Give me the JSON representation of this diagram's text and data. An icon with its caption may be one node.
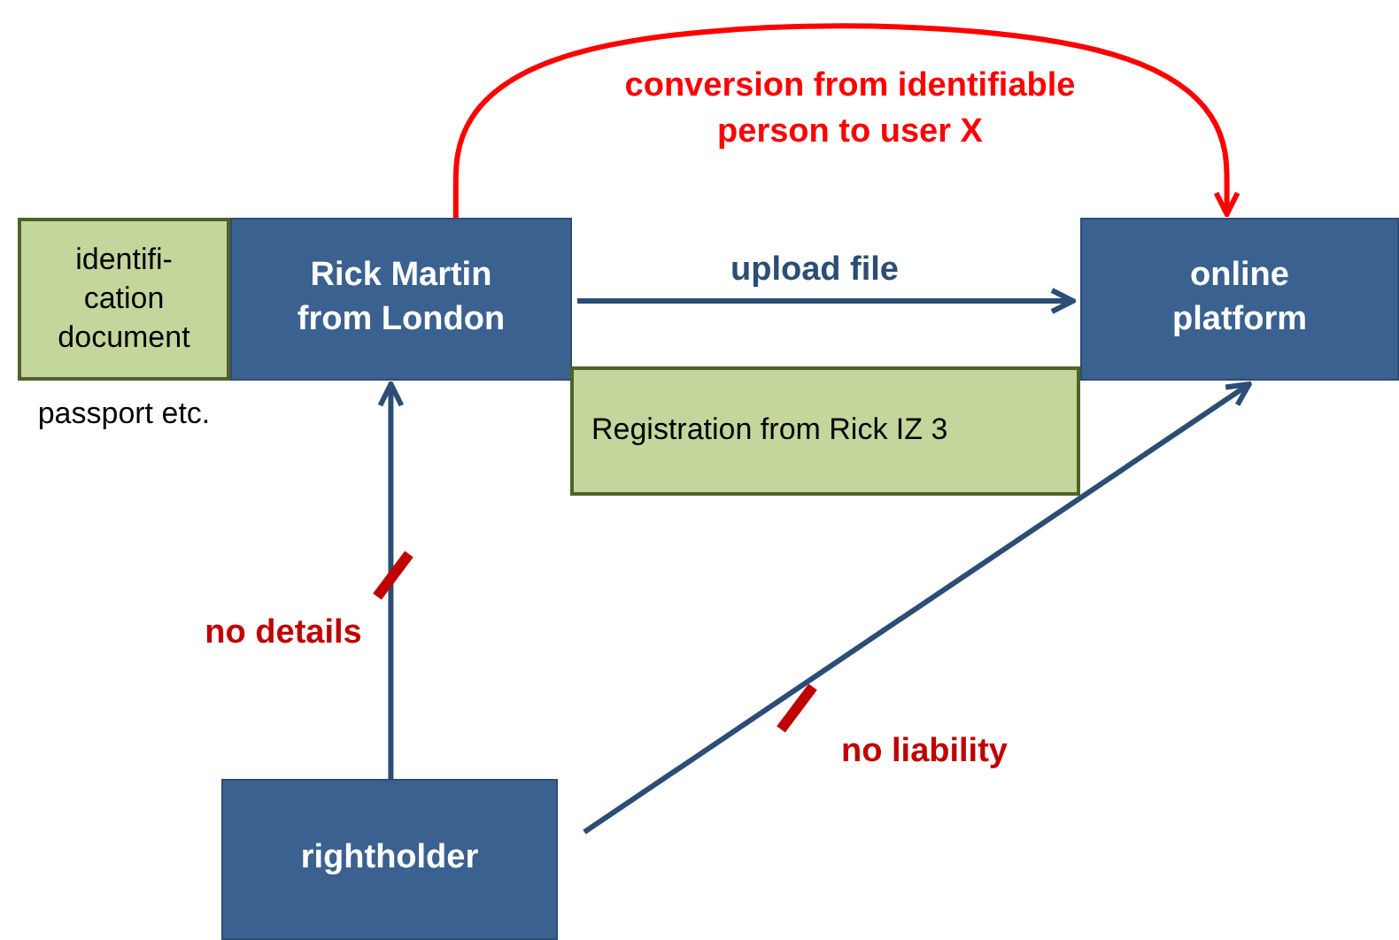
{
  "diagram": {
    "nodes": [
      {
        "text": [
          "identifi- cation document"
        ],
        "beside": [
          "passport etc."
        ]
      },
      {
        "text": [
          "Rick Martin from London"
        ]
      },
      {
        "text": [
          "online platform"
        ]
      },
      {
        "text": [
          "Registration from Rick IZ 3"
        ]
      },
      {
        "text": [
          "rightholder"
        ]
      }
    ],
    "edges": [
      {
        "from": 1,
        "to": 2,
        "arrow": "to",
        "label": "conversion from identifiable person to user X",
        "color": "#ff0000"
      },
      {
        "from": 1,
        "to": 2,
        "arrow": "to",
        "label": "upload file"
      },
      {
        "from": 4,
        "to": 1,
        "arrow": "to",
        "label": "no details"
      },
      {
        "from": 4,
        "to": 2,
        "arrow": "to",
        "label": "no liability"
      }
    ]
  }
}
